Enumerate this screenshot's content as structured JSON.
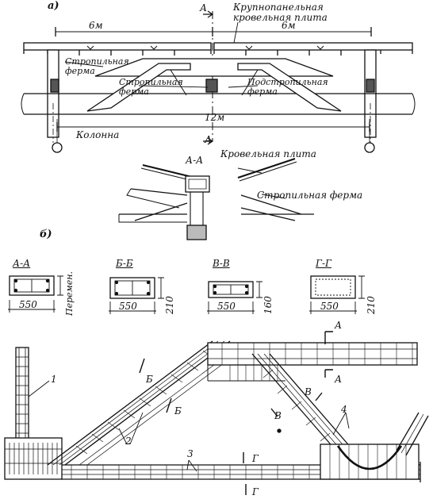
{
  "part_a": {
    "letter": "а)",
    "span_left": "6м",
    "span_right": "6м",
    "span_total": "12м",
    "section_mark": "А",
    "label_roof_panel": "Крупнопанельная кровельная плита",
    "label_rafter_truss_top": "Стропильная ферма",
    "label_rafter_truss_center": "Стропильная ферма",
    "label_sub_rafter_truss": "Подстропильная ферма",
    "label_column": "Колонна",
    "section_title": "А-А",
    "label_roof_slab": "Кровельная плита",
    "label_rafter_truss_section": "Стропильная ферма"
  },
  "part_b": {
    "letter": "б)",
    "sections": [
      {
        "title": "А-А",
        "width": "550",
        "height": "Перемен."
      },
      {
        "title": "Б-Б",
        "width": "550",
        "height": "210"
      },
      {
        "title": "В-В",
        "width": "550",
        "height": "160"
      },
      {
        "title": "Г-Г",
        "width": "550",
        "height": "210"
      }
    ],
    "callouts": [
      "1",
      "2",
      "3",
      "4"
    ],
    "cut_marks": {
      "a": "А",
      "b": "Б",
      "v": "В",
      "g": "Г"
    }
  }
}
